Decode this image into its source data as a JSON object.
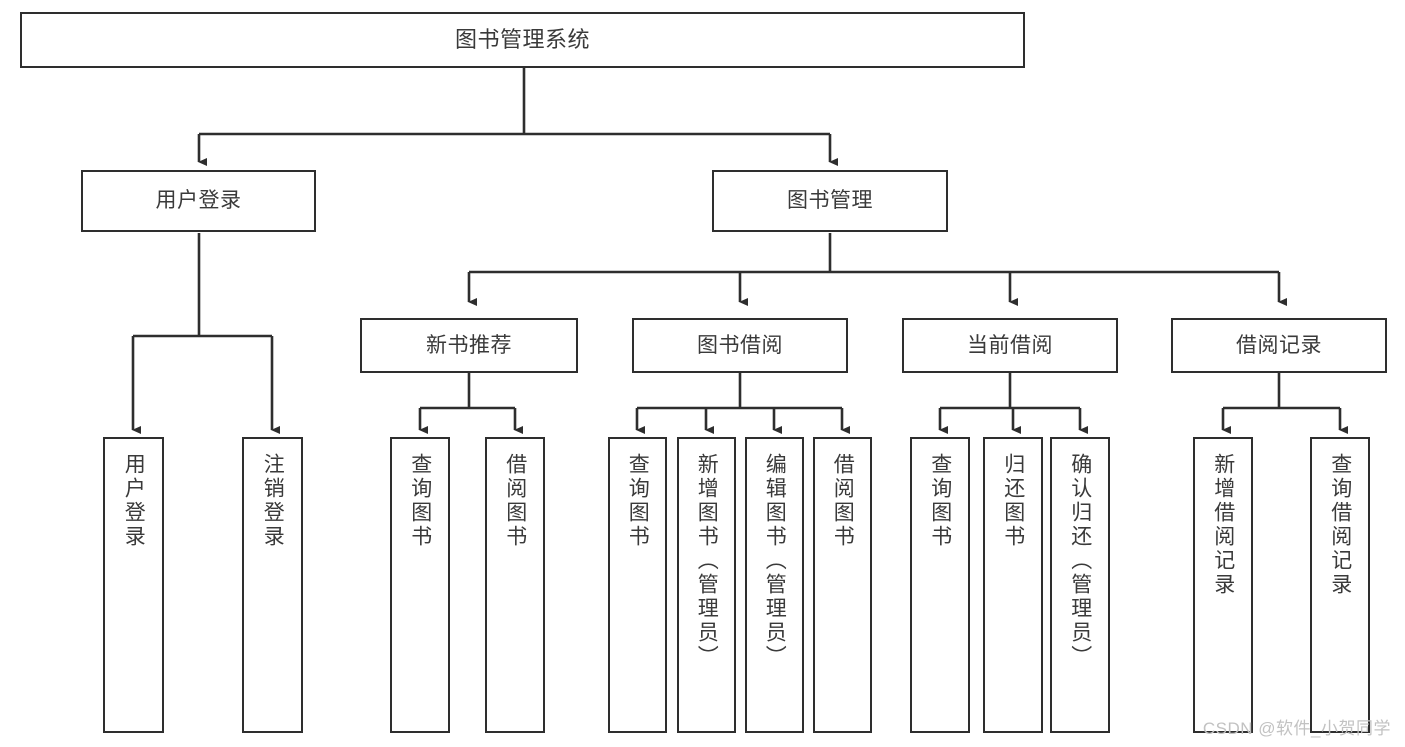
{
  "diagram": {
    "title": "图书管理系统",
    "type": "tree",
    "colors": {
      "border": "#2e2e2e",
      "fill": "#ffffff",
      "text": "#3a3a3a",
      "connector": "#2e2e2e",
      "watermark": "#c2c2c2"
    },
    "watermark": "CSDN @软件_小贺同学",
    "nodes": {
      "root": {
        "label": "图书管理系统"
      },
      "level1": [
        {
          "label": "用户登录"
        },
        {
          "label": "图书管理"
        }
      ],
      "level2": [
        {
          "label": "新书推荐"
        },
        {
          "label": "图书借阅"
        },
        {
          "label": "当前借阅"
        },
        {
          "label": "借阅记录"
        }
      ],
      "leaves": {
        "user_login": [
          {
            "label": "用户登录"
          },
          {
            "label": "注销登录"
          }
        ],
        "new_book_recommend": [
          {
            "label": "查询图书"
          },
          {
            "label": "借阅图书"
          }
        ],
        "book_borrow": [
          {
            "label": "查询图书"
          },
          {
            "label": "新增图书（管理员）"
          },
          {
            "label": "编辑图书（管理员）"
          },
          {
            "label": "借阅图书"
          }
        ],
        "current_borrow": [
          {
            "label": "查询图书"
          },
          {
            "label": "归还图书"
          },
          {
            "label": "确认归还（管理员）"
          }
        ],
        "borrow_record": [
          {
            "label": "新增借阅记录"
          },
          {
            "label": "查询借阅记录"
          }
        ]
      }
    }
  }
}
